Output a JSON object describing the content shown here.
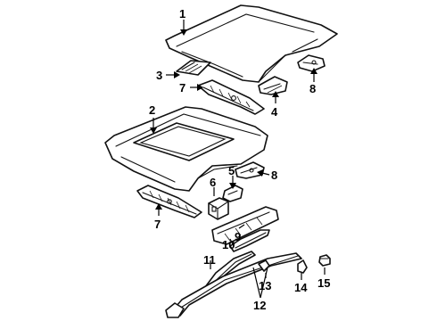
{
  "callouts": {
    "c1": "1",
    "c2": "2",
    "c3": "3",
    "c4": "4",
    "c5": "5",
    "c6": "6",
    "c7a": "7",
    "c7b": "7",
    "c8a": "8",
    "c8b": "8",
    "c9": "9",
    "c10": "10",
    "c11": "11",
    "c12": "12",
    "c13": "13",
    "c14": "14",
    "c15": "15"
  }
}
